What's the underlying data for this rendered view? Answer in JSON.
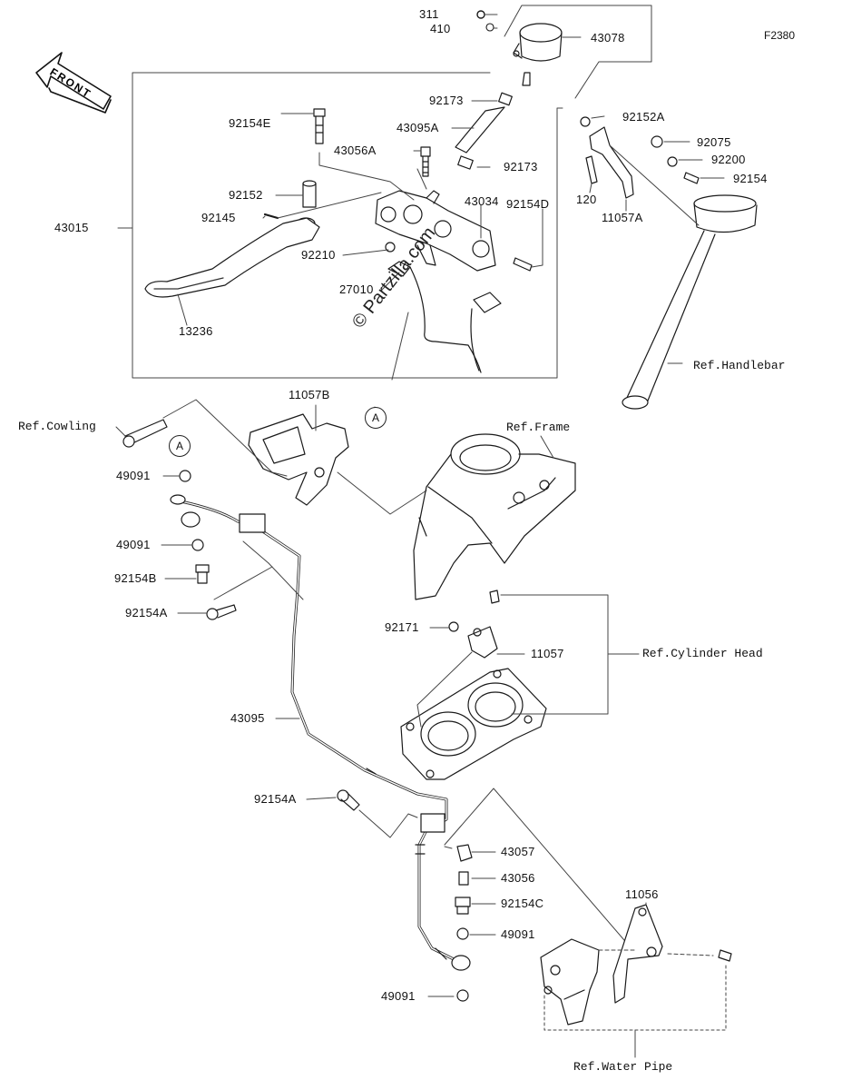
{
  "diagram_code": "F2380",
  "watermark": "© Partzilla.com",
  "front_label": "FRONT",
  "callouts": {
    "a_upper": "A",
    "a_lower": "A"
  },
  "parts": {
    "p311": "311",
    "p410": "410",
    "p43078": "43078",
    "p92173a": "92173",
    "p92152a": "92152A",
    "p92154e": "92154E",
    "p43095a": "43095A",
    "p92075": "92075",
    "p43056a": "43056A",
    "p92173b": "92173",
    "p92200": "92200",
    "p120": "120",
    "p92154": "92154",
    "p92152": "92152",
    "p43034": "43034",
    "p92145": "92145",
    "p92154d": "92154D",
    "p11057a": "11057A",
    "p43015": "43015",
    "p92210": "92210",
    "p27010": "27010",
    "p13236": "13236",
    "p11057b": "11057B",
    "p49091a": "49091",
    "p49091b": "49091",
    "p92154b": "92154B",
    "p92154a1": "92154A",
    "p92171": "92171",
    "p11057": "11057",
    "p43095": "43095",
    "p92154a2": "92154A",
    "p43057": "43057",
    "p43056": "43056",
    "p92154c": "92154C",
    "p49091c": "49091",
    "p49091d": "49091",
    "p11056": "11056"
  },
  "references": {
    "cowling": "Ref.Cowling",
    "frame": "Ref.Frame",
    "handlebar": "Ref.Handlebar",
    "cylinder_head": "Ref.Cylinder Head",
    "water_pipe": "Ref.Water Pipe"
  }
}
